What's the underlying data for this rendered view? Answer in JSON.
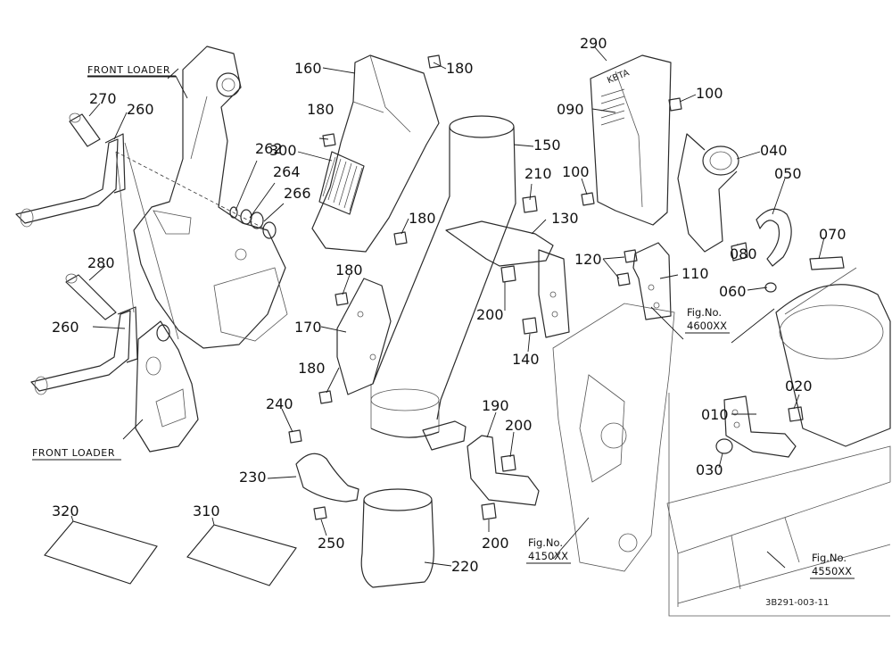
{
  "captions": {
    "front_loader_top": "FRONT LOADER",
    "front_loader_bottom": "FRONT LOADER"
  },
  "figure_refs": {
    "fig_4600_title": "Fig.No.",
    "fig_4600_num": "4600XX",
    "fig_4150_title": "Fig.No.",
    "fig_4150_num": "4150XX",
    "fig_4550_title": "Fig.No.",
    "fig_4550_num": "4550XX"
  },
  "drawing_code": "3B291-003-11",
  "callouts": {
    "p160": "160",
    "p180_a": "180",
    "p290": "290",
    "p270": "270",
    "p260_a": "260",
    "p090": "090",
    "p100_a": "100",
    "p180_b": "180",
    "p150": "150",
    "p300": "300",
    "p262": "262",
    "p264": "264",
    "p266": "266",
    "p040": "040",
    "p050": "050",
    "p210": "210",
    "p100_b": "100",
    "p180_c": "180",
    "p130": "130",
    "p070": "070",
    "p280": "280",
    "p120": "120",
    "p080": "080",
    "p180_d": "180",
    "p110": "110",
    "p060": "060",
    "p260_b": "260",
    "p170": "170",
    "p200_a": "200",
    "p140": "140",
    "p180_e": "180",
    "p010": "010",
    "p020": "020",
    "p240": "240",
    "p190": "190",
    "p200_b": "200",
    "p030": "030",
    "p230": "230",
    "p320": "320",
    "p310": "310",
    "p250": "250",
    "p200_c": "200",
    "p220": "220"
  }
}
